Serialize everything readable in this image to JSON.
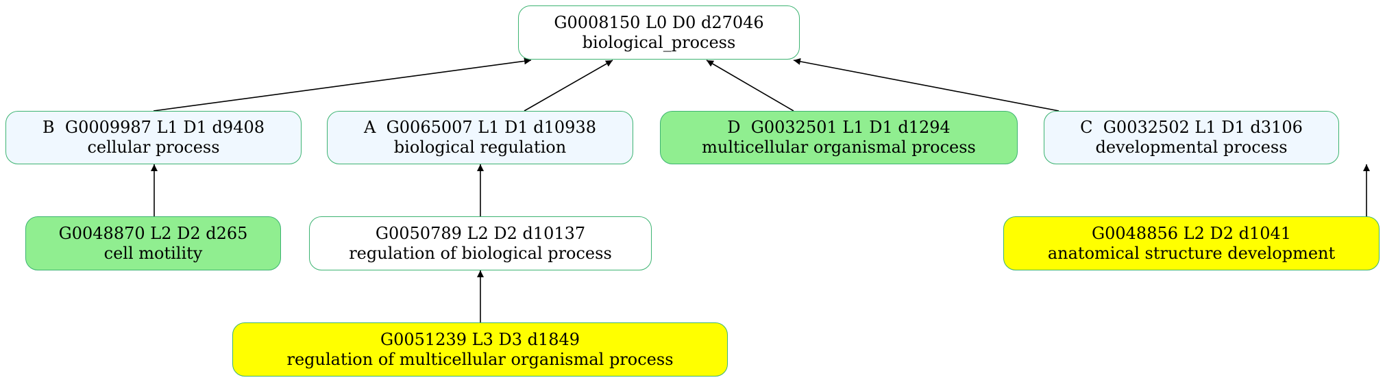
{
  "colors": {
    "border": "#3cb371",
    "white": "#ffffff",
    "alice_blue": "#f0f8ff",
    "light_green": "#90ee90",
    "yellow": "#ffff00",
    "edge": "#000000"
  },
  "nodes": {
    "root": {
      "line1": "G0008150 L0 D0 d27046",
      "line2": "biological_process"
    },
    "b": {
      "line1": "B  G0009987 L1 D1 d9408",
      "line2": "cellular process"
    },
    "a": {
      "line1": "A  G0065007 L1 D1 d10938",
      "line2": "biological regulation"
    },
    "d": {
      "line1": "D  G0032501 L1 D1 d1294",
      "line2": "multicellular organismal process"
    },
    "c": {
      "line1": "C  G0032502 L1 D1 d3106",
      "line2": "developmental process"
    },
    "motility": {
      "line1": "G0048870 L2 D2 d265",
      "line2": "cell motility"
    },
    "regbio": {
      "line1": "G0050789 L2 D2 d10137",
      "line2": "regulation of biological process"
    },
    "anatomical": {
      "line1": "G0048856 L2 D2 d1041",
      "line2": "anatomical structure development"
    },
    "regmulti": {
      "line1": "G0051239 L3 D3 d1849",
      "line2": "regulation of multicellular organismal process"
    }
  }
}
